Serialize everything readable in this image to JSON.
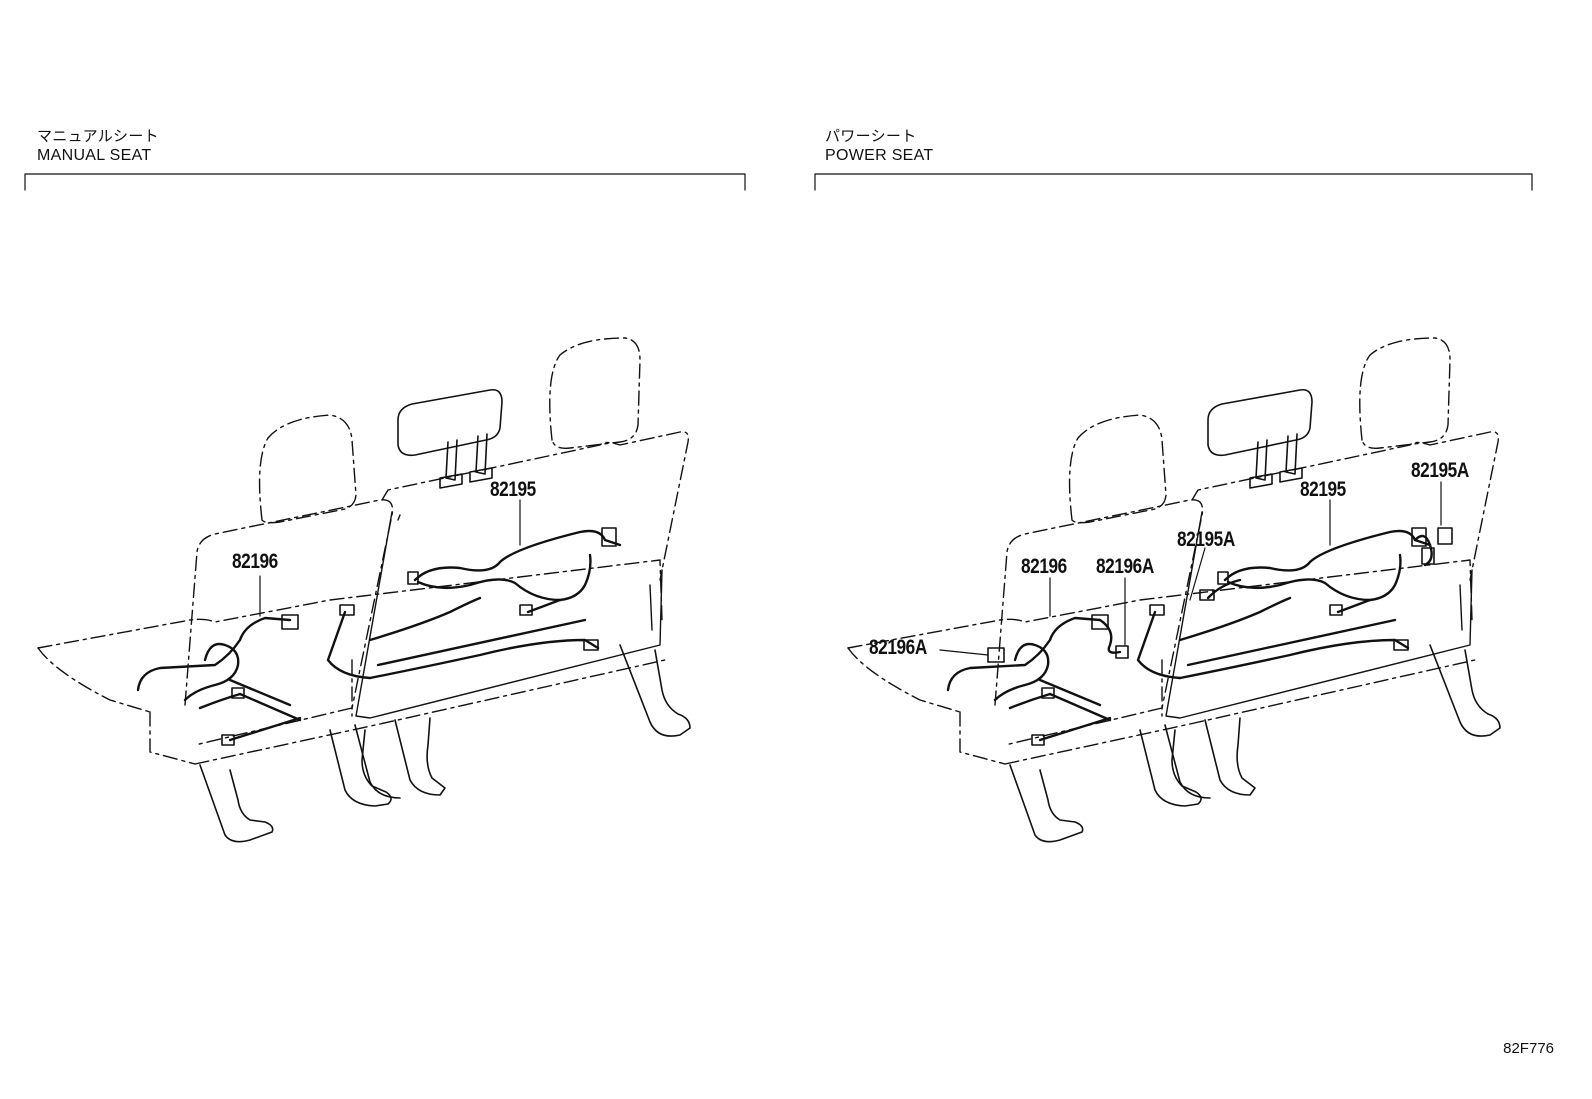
{
  "panels": {
    "left": {
      "title_jp": "マニュアルシート",
      "title_en": "MANUAL SEAT"
    },
    "right": {
      "title_jp": "パワーシート",
      "title_en": "POWER SEAT"
    }
  },
  "callouts": {
    "left_82195": "82195",
    "left_82196": "82196",
    "right_82195": "82195",
    "right_82195a_top": "82195A",
    "right_82195a_mid": "82195A",
    "right_82196": "82196",
    "right_82196a_mid": "82196A",
    "right_82196a_left": "82196A"
  },
  "illustration_code": "82F776",
  "colors": {
    "line": "#111111",
    "background": "#ffffff"
  }
}
